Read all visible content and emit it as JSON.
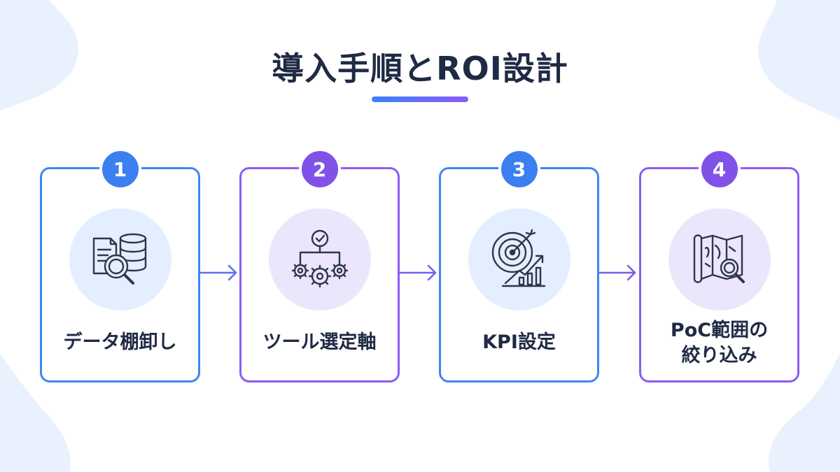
{
  "title": "導入手順とROI設計",
  "colors": {
    "blue": "#3b7ff0",
    "purple": "#8152e8",
    "text": "#1f2a44"
  },
  "steps": [
    {
      "number": "1",
      "label": "データ棚卸し",
      "icon": "data-inventory-icon",
      "theme": "blue"
    },
    {
      "number": "2",
      "label": "ツール選定軸",
      "icon": "tool-selection-gears-icon",
      "theme": "purple"
    },
    {
      "number": "3",
      "label": "KPI設定",
      "icon": "kpi-target-chart-icon",
      "theme": "blue"
    },
    {
      "number": "4",
      "label_line1": "PoC範囲の",
      "label_line2": "絞り込み",
      "icon": "map-search-icon",
      "theme": "purple"
    }
  ]
}
